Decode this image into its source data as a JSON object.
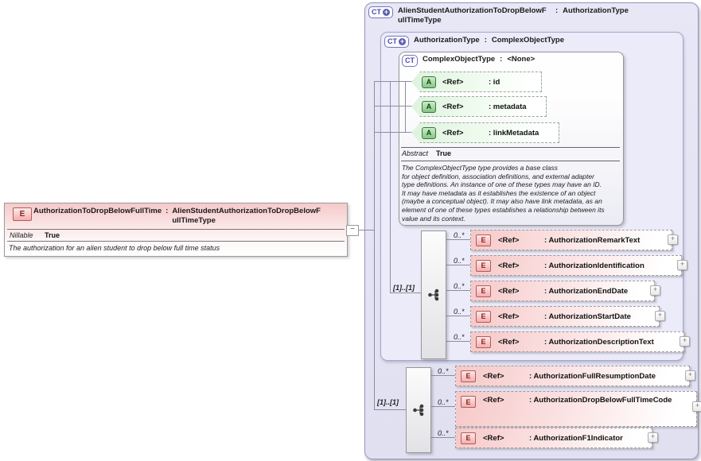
{
  "connectors": {
    "collapse": "−",
    "expand": "+"
  },
  "left_element": {
    "badge": "E",
    "name": "AuthorizationToDropBelowFullTime",
    "sep": ":",
    "type": "AlienStudentAuthorizationToDropBelowFullTimeType",
    "nillable_label": "Nillable",
    "nillable_value": "True",
    "documentation": "The authorization for an alien student to drop below full time status"
  },
  "outer_type": {
    "badge": "CT",
    "name": "AlienStudentAuthorizationToDropBelowFullTimeType",
    "sep": ":",
    "base": "AuthorizationType"
  },
  "authorization_type": {
    "badge": "CT",
    "name": "AuthorizationType",
    "sep": ":",
    "base": "ComplexObjectType"
  },
  "complex_object_type": {
    "badge": "CT",
    "name": "ComplexObjectType",
    "sep": ":",
    "base": "<None>",
    "attributes": [
      {
        "badge": "A",
        "ref": "<Ref>",
        "name": ": id"
      },
      {
        "badge": "A",
        "ref": "<Ref>",
        "name": ": metadata"
      },
      {
        "badge": "A",
        "ref": "<Ref>",
        "name": ": linkMetadata"
      }
    ],
    "abstract_label": "Abstract",
    "abstract_value": "True",
    "documentation_lines": [
      "The ComplexObjectType type provides a base class",
      "for object definition, association definitions, and external adapter",
      "type definitions. An instance of one of these types may have an ID.",
      "It may have metadata as it establishes the existence of an object",
      "(maybe a conceptual object). It may also have link metadata, as an",
      "element of one of these types establishes a relationship between its",
      "value and its context."
    ]
  },
  "group1": {
    "cardinality": "[1]..[1]",
    "elements": [
      {
        "badge": "E",
        "ref": "<Ref>",
        "name": ": AuthorizationRemarkText",
        "occurs": "0..*"
      },
      {
        "badge": "E",
        "ref": "<Ref>",
        "name": ": AuthorizationIdentification",
        "occurs": "0..*"
      },
      {
        "badge": "E",
        "ref": "<Ref>",
        "name": ": AuthorizationEndDate",
        "occurs": "0..*"
      },
      {
        "badge": "E",
        "ref": "<Ref>",
        "name": ": AuthorizationStartDate",
        "occurs": "0..*"
      },
      {
        "badge": "E",
        "ref": "<Ref>",
        "name": ": AuthorizationDescriptionText",
        "occurs": "0..*"
      }
    ]
  },
  "group2": {
    "cardinality": "[1]..[1]",
    "elements": [
      {
        "badge": "E",
        "ref": "<Ref>",
        "name": ": AuthorizationFullResumptionDate",
        "occurs": "0..*"
      },
      {
        "badge": "E",
        "ref": "<Ref>",
        "name": ": AuthorizationDropBelowFullTimeCode",
        "occurs": "0..*"
      },
      {
        "badge": "E",
        "ref": "<Ref>",
        "name": ": AuthorizationF1Indicator",
        "occurs": "0..*"
      }
    ]
  }
}
